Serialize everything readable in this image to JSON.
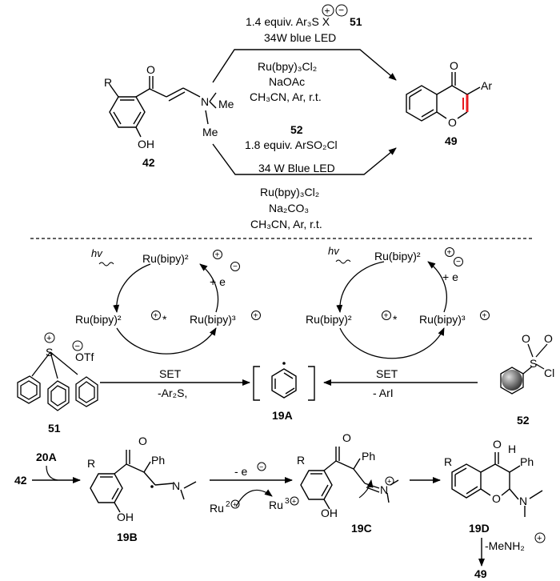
{
  "top_scheme": {
    "reagent1_line1": "1.4 equiv. Ar₃S X",
    "reagent1_number": "51",
    "reagent1_light": "34W blue LED",
    "catalyst1": "Ru(bpy)₃Cl₂",
    "base1": "NaOAc",
    "solvent1": "CH₃CN, Ar, r.t.",
    "reagent2_number": "52",
    "reagent2_line1": "1.8 equiv. ArSO₂Cl",
    "reagent2_light": "34 W Blue LED",
    "catalyst2": "Ru(bpy)₃Cl₂",
    "base2": "Na₂CO₃",
    "solvent2": "CH₃CN, Ar, r.t.",
    "sm_number": "42",
    "product_number": "49",
    "sm_R": "R",
    "sm_OH": "OH",
    "sm_N": "N",
    "sm_Me1": "Me",
    "sm_Me2": "Me",
    "prod_O_ketone": "O",
    "prod_O_ring": "O",
    "prod_Ar": "Ar"
  },
  "cycles": {
    "left_hv": "hv",
    "left_top": "Ru(bipy)²",
    "left_excited": "Ru(bipy)²",
    "left_star": "*",
    "left_oxidized": "Ru(bipy)³",
    "left_electron": "+ e",
    "right_hv": "hv",
    "right_top": "Ru(bipy)²",
    "right_excited": "Ru(bipy)²",
    "right_star": "*",
    "right_oxidized": "Ru(bipy)³",
    "right_electron": "+ e",
    "left_set": "SET",
    "left_byproduct": "-Ar₂S,",
    "right_set": "SET",
    "right_byproduct": "- ArI",
    "salt_label": "51",
    "salt_S": "S",
    "salt_OTf": "OTf",
    "sulfonyl_label": "52",
    "sulfonyl_S": "S",
    "sulfonyl_O1": "O",
    "sulfonyl_O2": "O",
    "sulfonyl_Cl": "Cl",
    "radical_label": "19A"
  },
  "mechanism": {
    "radical_source": "20A",
    "start": "42",
    "int1_label": "19B",
    "int1_R": "R",
    "int1_O": "O",
    "int1_Ph": "Ph",
    "int1_N": "N",
    "int1_OH": "OH",
    "ox_step": "- e",
    "ru2": "Ru",
    "ru2_sup": "2",
    "ru3": "Ru",
    "ru3_sup": "3",
    "int2_label": "19C",
    "int2_R": "R",
    "int2_O": "O",
    "int2_Ph": "Ph",
    "int2_N": "N",
    "int2_OH": "OH",
    "int3_label": "19D",
    "int3_R": "R",
    "int3_O_ketone": "O",
    "int3_O_ring": "O",
    "int3_H": "H",
    "int3_Ph": "Ph",
    "int3_N": "N",
    "elimination": "-MeNH₂",
    "final_label": "49"
  },
  "colors": {
    "ink": "#000000",
    "new_bond": "#e8191f",
    "sphere_dark": "#333333",
    "sphere_light": "#dddddd"
  }
}
